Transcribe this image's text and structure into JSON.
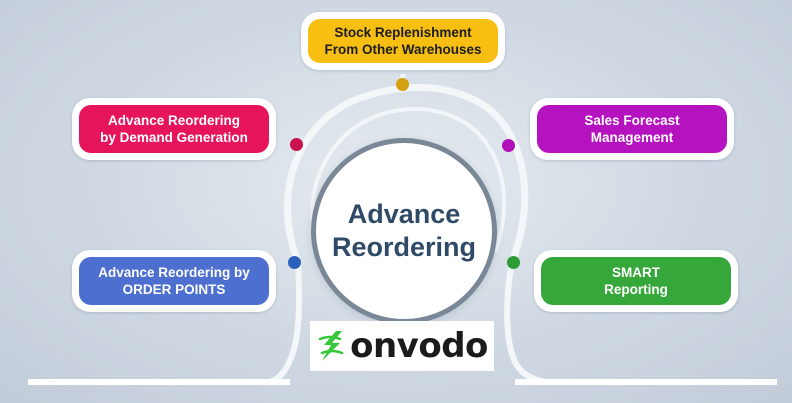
{
  "center": {
    "line1": "Advance",
    "line2": "Reordering"
  },
  "nodes": {
    "top": {
      "line1": "Stock Replenishment",
      "line2": "From Other Warehouses",
      "color": "#f7bf12",
      "dot": "#d4a20f",
      "text": "#1c1c1c"
    },
    "upper_left": {
      "line1": "Advance Reordering",
      "line2": "by Demand Generation",
      "color": "#e6145b",
      "dot": "#c8134f",
      "text": "#ffffff"
    },
    "upper_right": {
      "line1": "Sales Forecast",
      "line2": "Management",
      "color": "#b513bf",
      "dot": "#b00fb9",
      "text": "#ffffff"
    },
    "lower_left": {
      "line1": "Advance Reordering by",
      "line2": "ORDER POINTS",
      "color": "#4c6fd0",
      "dot": "#2b61bd",
      "text": "#ffffff"
    },
    "lower_right": {
      "line1": "SMART",
      "line2": "Reporting",
      "color": "#36a83b",
      "dot": "#2e9c35",
      "text": "#ffffff"
    }
  },
  "logo": {
    "text": "onvodo",
    "icon": "lightning-swirl-icon",
    "color": "#37c83a"
  }
}
